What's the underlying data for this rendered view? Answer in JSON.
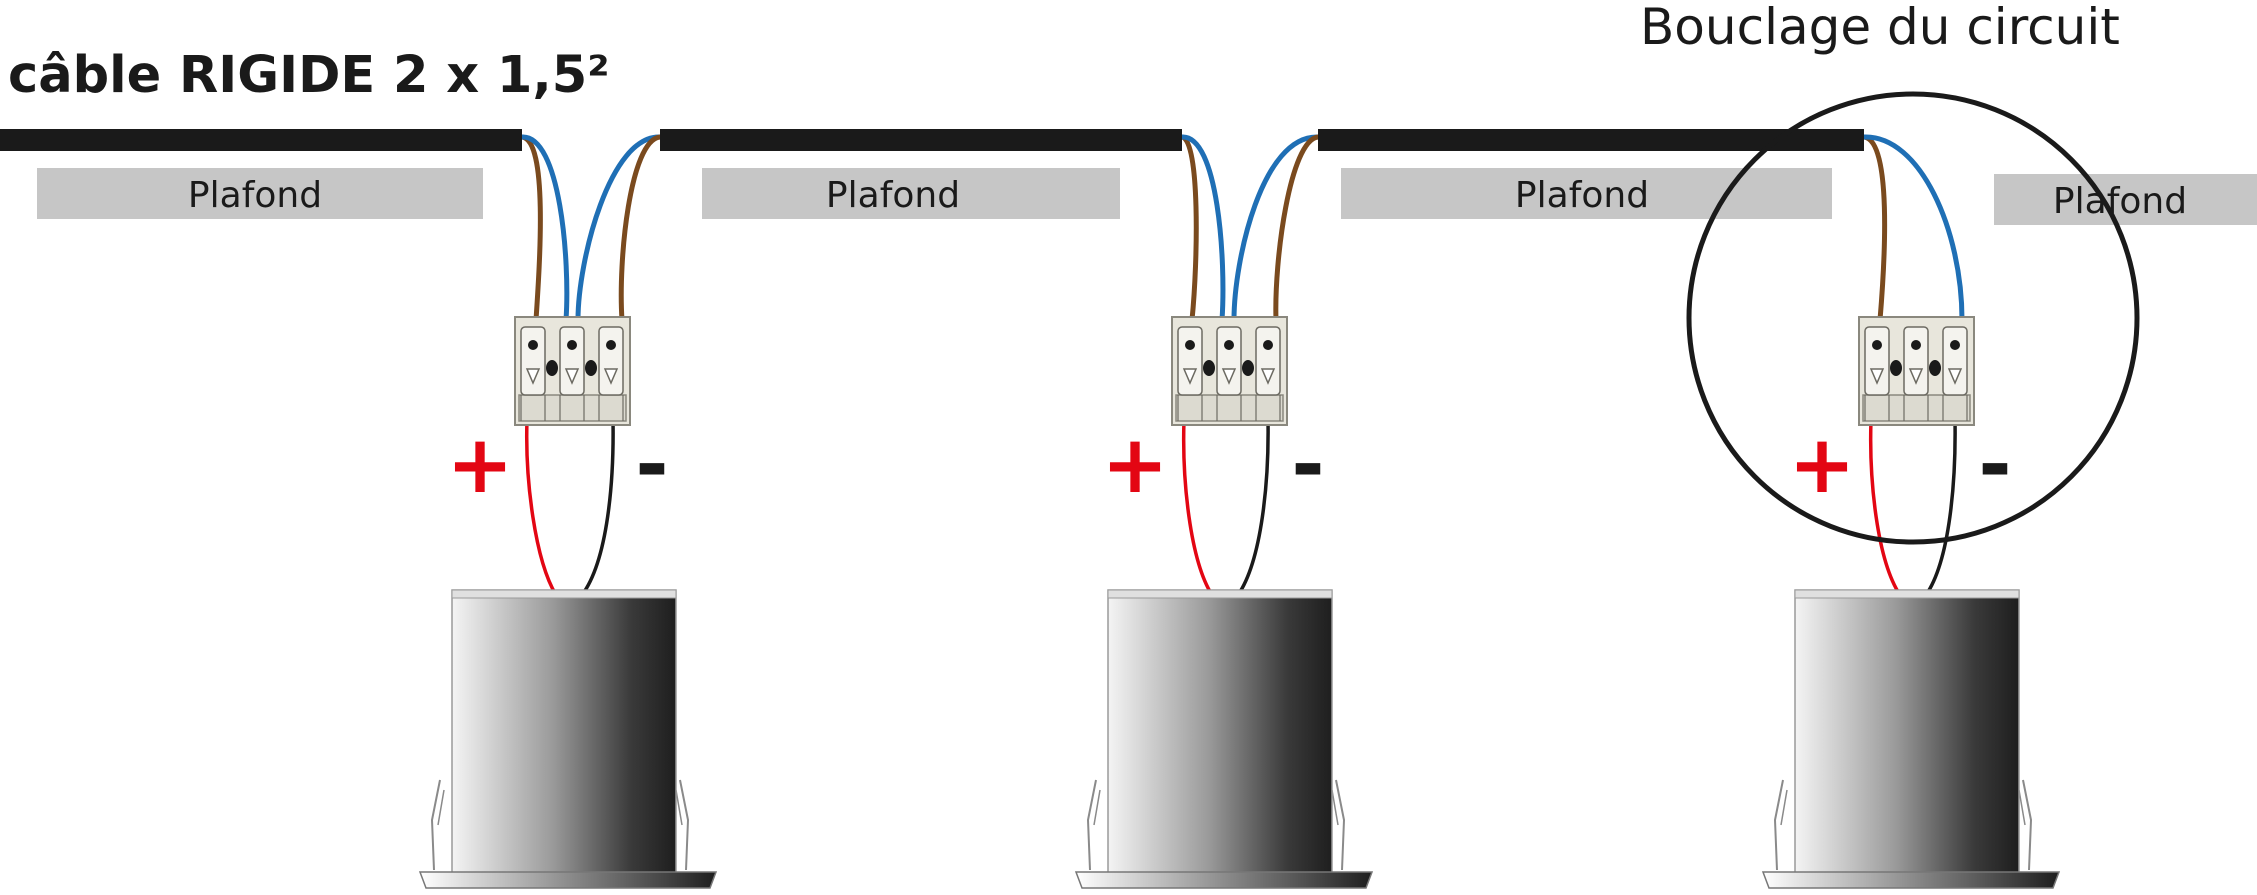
{
  "title": "câble RIGIDE 2 x 1,5²",
  "loop_label": "Bouclage du circuit",
  "ceiling_label": "Plafond",
  "plus_sign": "+",
  "minus_sign": "-",
  "colors": {
    "cable": "#1a1a1a",
    "ceiling": "#c6c6c6",
    "wire_brown": "#7a4a1e",
    "wire_blue": "#1f6fb5",
    "wire_red": "#e30613",
    "wire_black": "#1a1a1a",
    "connector": "#e8e6dc",
    "loop_circle": "#1a1a1a"
  }
}
